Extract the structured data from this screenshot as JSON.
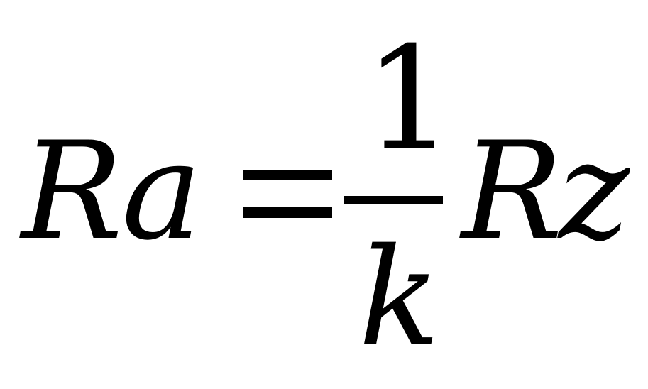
{
  "formula": {
    "lhs": "Ra",
    "operator": "=",
    "numerator": "1",
    "denominator": "k",
    "rhs": "Rz"
  }
}
